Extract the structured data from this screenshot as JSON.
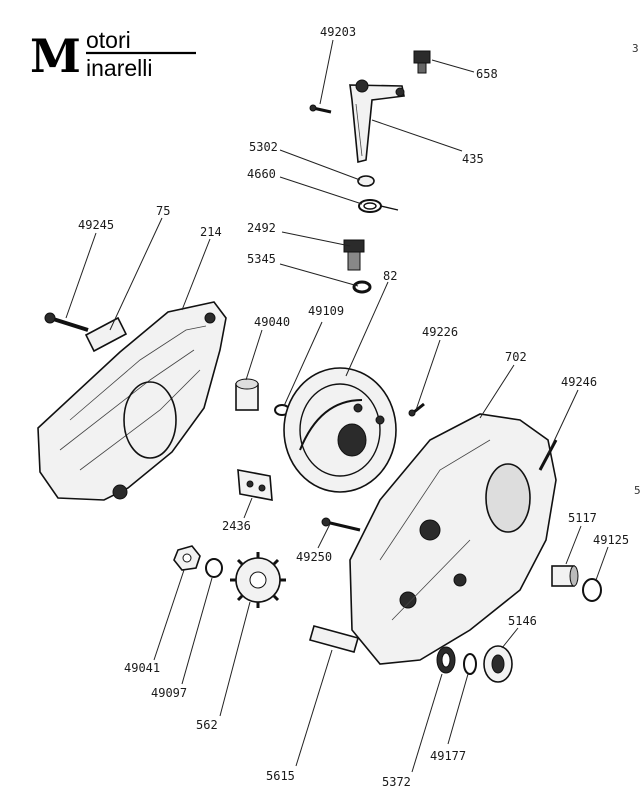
{
  "logo": {
    "brand_line1": "otori",
    "brand_line2": "inarelli",
    "initials": "M",
    "full_text": "Motori Minarelli"
  },
  "edge_marks": [
    "3",
    "5"
  ],
  "parts": {
    "p49203": "49203",
    "p658": "658",
    "p435": "435",
    "p5302": "5302",
    "p4660": "4660",
    "p75": "75",
    "p49245": "49245",
    "p214": "214",
    "p2492": "2492",
    "p5345": "5345",
    "p82": "82",
    "p49040": "49040",
    "p49109": "49109",
    "p49226": "49226",
    "p702": "702",
    "p49246": "49246",
    "p2436": "2436",
    "p49250": "49250",
    "p5117": "5117",
    "p49125": "49125",
    "p49041": "49041",
    "p49097": "49097",
    "p562": "562",
    "p5146": "5146",
    "p49177": "49177",
    "p5615": "5615",
    "p5372": "5372"
  },
  "colors": {
    "ink": "#111111",
    "paper": "#ffffff"
  }
}
